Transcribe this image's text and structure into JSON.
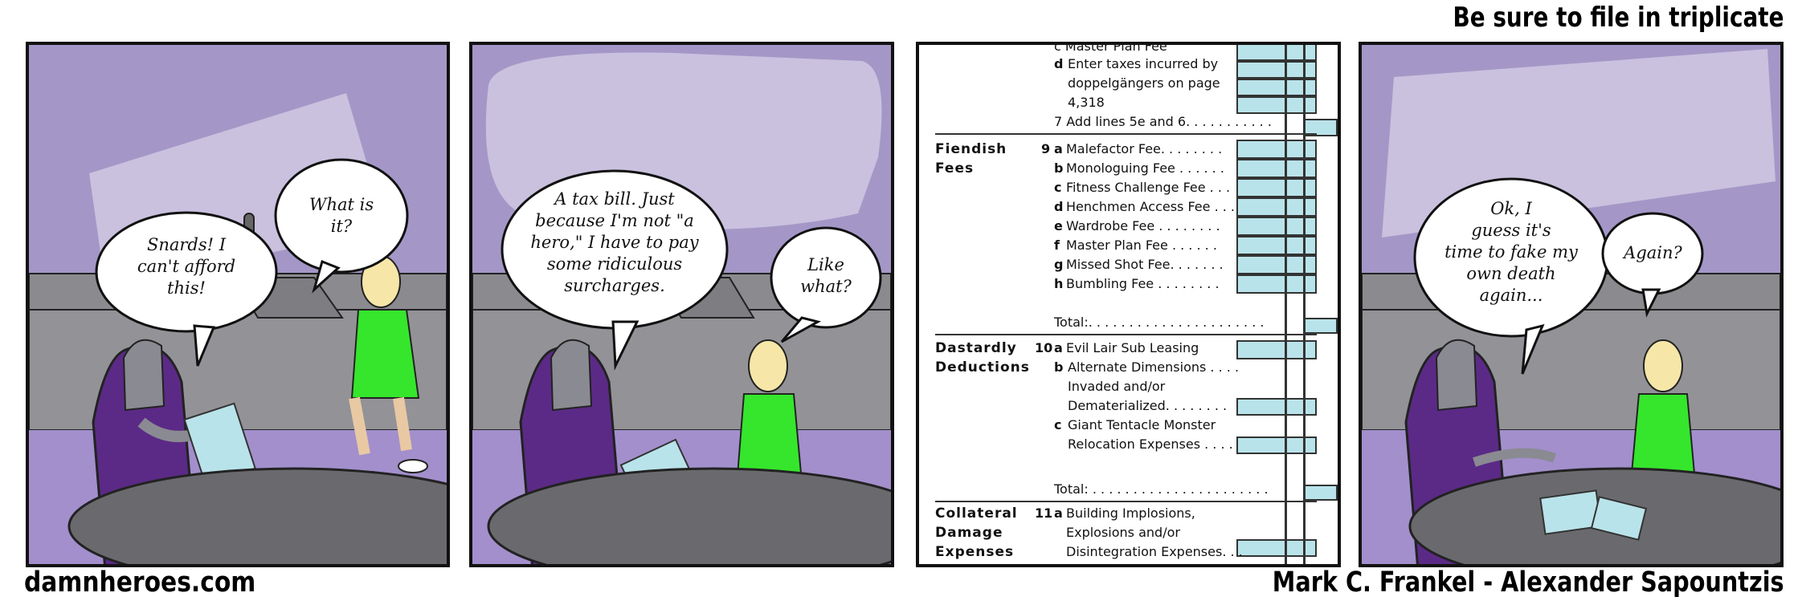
{
  "comic": {
    "title": "Be sure to file in triplicate",
    "site": "damnheroes.com",
    "credits": "Mark C. Frankel - Alexander Sapountzis"
  },
  "panels": [
    {
      "bubbles": [
        {
          "lines": [
            "Snards! I",
            "can't afford",
            "this!"
          ]
        },
        {
          "lines": [
            "What is",
            "it?"
          ]
        }
      ]
    },
    {
      "bubbles": [
        {
          "lines": [
            "A tax bill. Just",
            "because I'm not \"a",
            "hero,\" I have to pay",
            "some ridiculous",
            "surcharges."
          ]
        },
        {
          "lines": [
            "Like",
            "what?"
          ]
        }
      ]
    },
    {
      "form": {
        "top_partial": "c Master Plan Fee",
        "line_d": {
          "label": "d",
          "lines": [
            "Enter taxes incurred by",
            "doppelgängers on page",
            "4,318"
          ]
        },
        "line_7": "7 Add lines 5e and 6. . . . . . . . . . .",
        "sections": [
          {
            "name": [
              "Fiendish",
              "Fees"
            ],
            "num": "9",
            "items": [
              {
                "letter": "a",
                "text": "Malefactor Fee. . . . . . . ."
              },
              {
                "letter": "b",
                "text": "Monologuing Fee . . . . . ."
              },
              {
                "letter": "c",
                "text": "Fitness Challenge Fee . . ."
              },
              {
                "letter": "d",
                "text": "Henchmen Access Fee . . ."
              },
              {
                "letter": "e",
                "text": "Wardrobe Fee . . . . . . . ."
              },
              {
                "letter": "f",
                "text": " Master Plan Fee  . . . . . ."
              },
              {
                "letter": "g",
                "text": "Missed Shot Fee. . . . . . ."
              },
              {
                "letter": "h",
                "text": "Bumbling Fee  . . . . . . . ."
              }
            ],
            "total": "Total:. . . . . . . . . . . . . . . . . . . . . ."
          },
          {
            "name": [
              "Dastardly",
              "Deductions"
            ],
            "num": "10",
            "items": [
              {
                "letter": "a",
                "text": "Evil Lair Sub Leasing"
              },
              {
                "letter": "b",
                "text": "Alternate Dimensions . . . ."
              },
              {
                "letter": "",
                "text": "Invaded and/or"
              },
              {
                "letter": "",
                "text": "Dematerialized. . . . . . . ."
              },
              {
                "letter": "c",
                "text": "Giant Tentacle Monster"
              },
              {
                "letter": "",
                "text": "Relocation Expenses . . . ."
              }
            ],
            "total": "Total: . . . . . . . . . . . . . . . . . . . . . ."
          },
          {
            "name": [
              "Collateral",
              "Damage",
              "Expenses"
            ],
            "num": "11",
            "items": [
              {
                "letter": "a",
                "text": "Building Implosions,"
              },
              {
                "letter": "",
                "text": "Explosions and/or"
              },
              {
                "letter": "",
                "text": "Disintegration Expenses. . ."
              }
            ]
          }
        ]
      }
    },
    {
      "bubbles": [
        {
          "lines": [
            "Ok, I",
            "guess it's",
            "time to fake my",
            "own death",
            "again..."
          ]
        },
        {
          "lines": [
            "Again?"
          ]
        }
      ]
    }
  ],
  "colors": {
    "wall": "#a497c7",
    "window": "#c9c1de",
    "counter": "#8f8f93",
    "floor": "#a28fcc",
    "robe": "#35e62c",
    "cloak": "#5b2a86",
    "table": "#6a6a6e",
    "form_cell": "#b9e3ea"
  }
}
